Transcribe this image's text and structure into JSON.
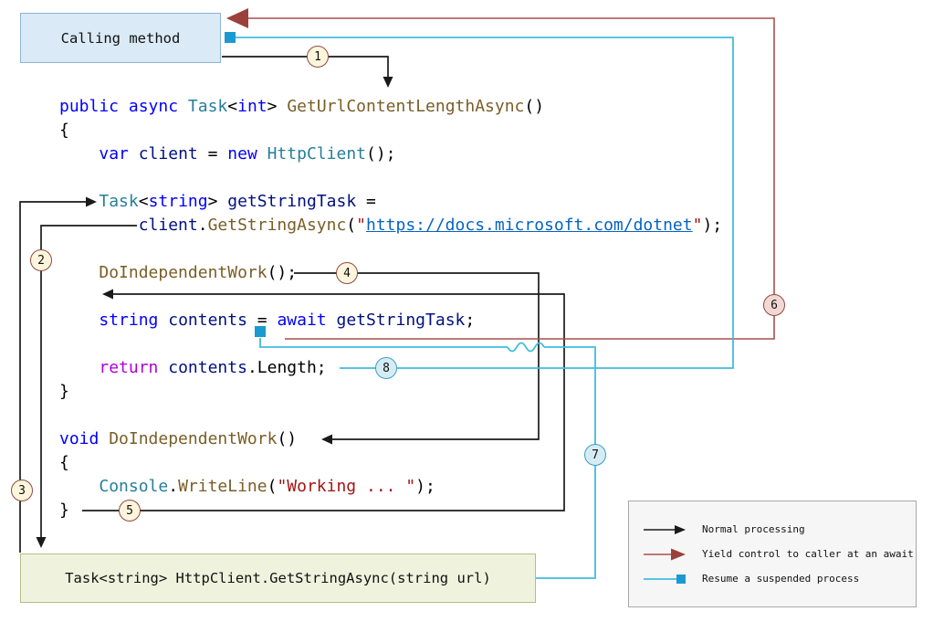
{
  "boxes": {
    "calling_method": {
      "label": "Calling method"
    },
    "get_string_async": {
      "label": "Task<string> HttpClient.GetStringAsync(string url)"
    }
  },
  "steps": [
    "1",
    "2",
    "3",
    "4",
    "5",
    "6",
    "7",
    "8"
  ],
  "legend": {
    "items": [
      {
        "label": "Normal processing",
        "kind": "normal"
      },
      {
        "label": "Yield control to caller at an await",
        "kind": "yield"
      },
      {
        "label": "Resume a suspended process",
        "kind": "resume"
      }
    ]
  },
  "colors": {
    "normal_arrow": "#1a1a1a",
    "yield_arrow_line": "#a94f4b",
    "yield_arrow_head": "#9c403c",
    "resume_line": "#41bcdf",
    "resume_square": "#1b9ad2",
    "calling_box_bg": "#daeaf6",
    "calling_box_border": "#8fb4d0",
    "async_box_bg": "#eff3de",
    "async_box_border": "#b2bf85",
    "step_normal_bg": "#fdf6dc",
    "step_yield_bg": "#f2d8d4",
    "step_resume_bg": "#d6ecf5",
    "code_keyword": "#0000ff",
    "code_type": "#267f99",
    "code_method": "#795e26",
    "code_string": "#a31515",
    "code_url": "#0563c1",
    "code_control": "#af00db",
    "code_variable": "#001080"
  },
  "code": {
    "lines": [
      [
        {
          "c": "kw",
          "t": "public"
        },
        {
          "c": "pl",
          "t": " "
        },
        {
          "c": "kw",
          "t": "async"
        },
        {
          "c": "pl",
          "t": " "
        },
        {
          "c": "ty",
          "t": "Task"
        },
        {
          "c": "pl",
          "t": "<"
        },
        {
          "c": "kw",
          "t": "int"
        },
        {
          "c": "pl",
          "t": "> "
        },
        {
          "c": "me",
          "t": "GetUrlContentLengthAsync"
        },
        {
          "c": "pl",
          "t": "()"
        }
      ],
      [
        {
          "c": "pl",
          "t": "{"
        }
      ],
      [
        {
          "c": "pl",
          "t": "    "
        },
        {
          "c": "kw",
          "t": "var"
        },
        {
          "c": "pl",
          "t": " "
        },
        {
          "c": "vr",
          "t": "client"
        },
        {
          "c": "pl",
          "t": " = "
        },
        {
          "c": "kw",
          "t": "new"
        },
        {
          "c": "pl",
          "t": " "
        },
        {
          "c": "ty",
          "t": "HttpClient"
        },
        {
          "c": "pl",
          "t": "();"
        }
      ],
      [],
      [
        {
          "c": "pl",
          "t": "    "
        },
        {
          "c": "ty",
          "t": "Task"
        },
        {
          "c": "pl",
          "t": "<"
        },
        {
          "c": "kw",
          "t": "string"
        },
        {
          "c": "pl",
          "t": "> "
        },
        {
          "c": "vr",
          "t": "getStringTask"
        },
        {
          "c": "pl",
          "t": " ="
        }
      ],
      [
        {
          "c": "pl",
          "t": "        "
        },
        {
          "c": "vr",
          "t": "client"
        },
        {
          "c": "pl",
          "t": "."
        },
        {
          "c": "me",
          "t": "GetStringAsync"
        },
        {
          "c": "pl",
          "t": "("
        },
        {
          "c": "st",
          "t": "\""
        },
        {
          "c": "url",
          "t": "https://docs.microsoft.com/dotnet"
        },
        {
          "c": "st",
          "t": "\""
        },
        {
          "c": "pl",
          "t": ");"
        }
      ],
      [],
      [
        {
          "c": "pl",
          "t": "    "
        },
        {
          "c": "me",
          "t": "DoIndependentWork"
        },
        {
          "c": "pl",
          "t": "();"
        }
      ],
      [],
      [
        {
          "c": "pl",
          "t": "    "
        },
        {
          "c": "kw",
          "t": "string"
        },
        {
          "c": "pl",
          "t": " "
        },
        {
          "c": "vr",
          "t": "contents"
        },
        {
          "c": "pl",
          "t": " = "
        },
        {
          "c": "kw",
          "t": "await"
        },
        {
          "c": "pl",
          "t": " "
        },
        {
          "c": "vr",
          "t": "getStringTask"
        },
        {
          "c": "pl",
          "t": ";"
        }
      ],
      [],
      [
        {
          "c": "pl",
          "t": "    "
        },
        {
          "c": "ctl",
          "t": "return"
        },
        {
          "c": "pl",
          "t": " "
        },
        {
          "c": "vr",
          "t": "contents"
        },
        {
          "c": "pl",
          "t": "."
        },
        {
          "c": "pl",
          "t": "Length;"
        }
      ],
      [
        {
          "c": "pl",
          "t": "}"
        }
      ],
      [],
      [
        {
          "c": "kw",
          "t": "void"
        },
        {
          "c": "pl",
          "t": " "
        },
        {
          "c": "me",
          "t": "DoIndependentWork"
        },
        {
          "c": "pl",
          "t": "()"
        }
      ],
      [
        {
          "c": "pl",
          "t": "{"
        }
      ],
      [
        {
          "c": "pl",
          "t": "    "
        },
        {
          "c": "ty",
          "t": "Console"
        },
        {
          "c": "pl",
          "t": "."
        },
        {
          "c": "me",
          "t": "WriteLine"
        },
        {
          "c": "pl",
          "t": "("
        },
        {
          "c": "st",
          "t": "\"Working ... \""
        },
        {
          "c": "pl",
          "t": ");"
        }
      ],
      [
        {
          "c": "pl",
          "t": "}"
        }
      ]
    ]
  }
}
